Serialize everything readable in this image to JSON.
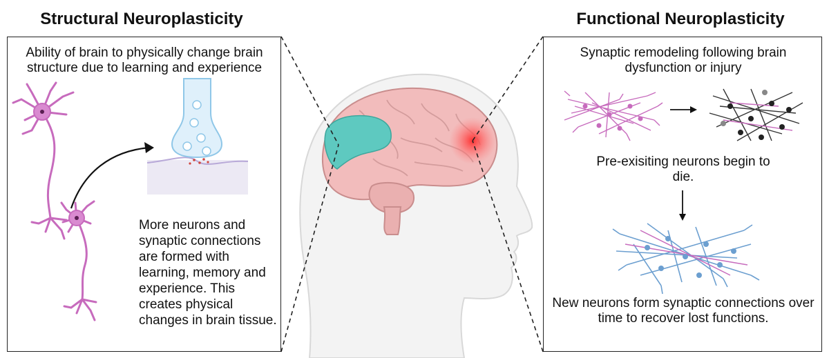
{
  "structural": {
    "title": "Structural Neuroplasticity",
    "description": "Ability of brain to physically change brain structure due to learning and experience",
    "body": "More neurons and synaptic connections are formed with learning, memory and experience. This creates physical changes in brain tissue."
  },
  "functional": {
    "title": "Functional Neuroplasticity",
    "description": "Synaptic remodeling following brain dysfunction or injury",
    "step_dying": "Pre-exisiting neurons begin to die.",
    "step_recover": "New neurons form synaptic connections over time to recover lost functions."
  },
  "colors": {
    "neuron_pink": "#c76bbd",
    "neuron_dark": "#2b2b2b",
    "neuron_blue": "#6c9fd0",
    "brain": "#f2bcbc",
    "highlight_teal": "#5ec9c0",
    "injury_red": "#ff3030"
  },
  "icons": [
    "neuron-icon",
    "synapse-icon",
    "arrow-icon",
    "brain-icon",
    "head-silhouette-icon",
    "neural-network-icon"
  ]
}
